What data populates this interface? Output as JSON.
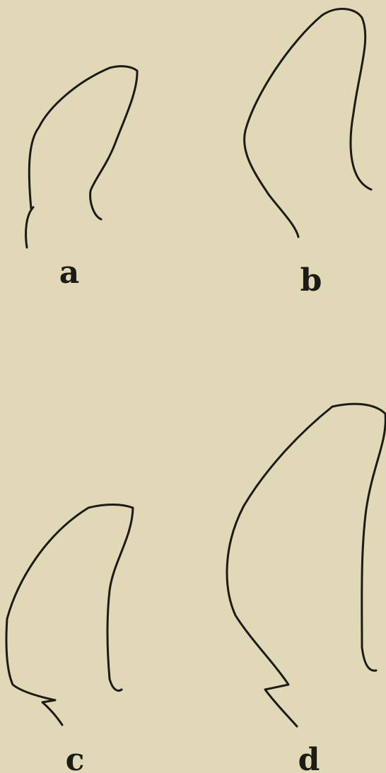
{
  "figures": [
    {
      "id": "a",
      "label": "a"
    },
    {
      "id": "b",
      "label": "b"
    },
    {
      "id": "c",
      "label": "c"
    },
    {
      "id": "d",
      "label": "d"
    }
  ],
  "colors": {
    "background": "#e0d8b6",
    "ink": "#1c1b16"
  }
}
